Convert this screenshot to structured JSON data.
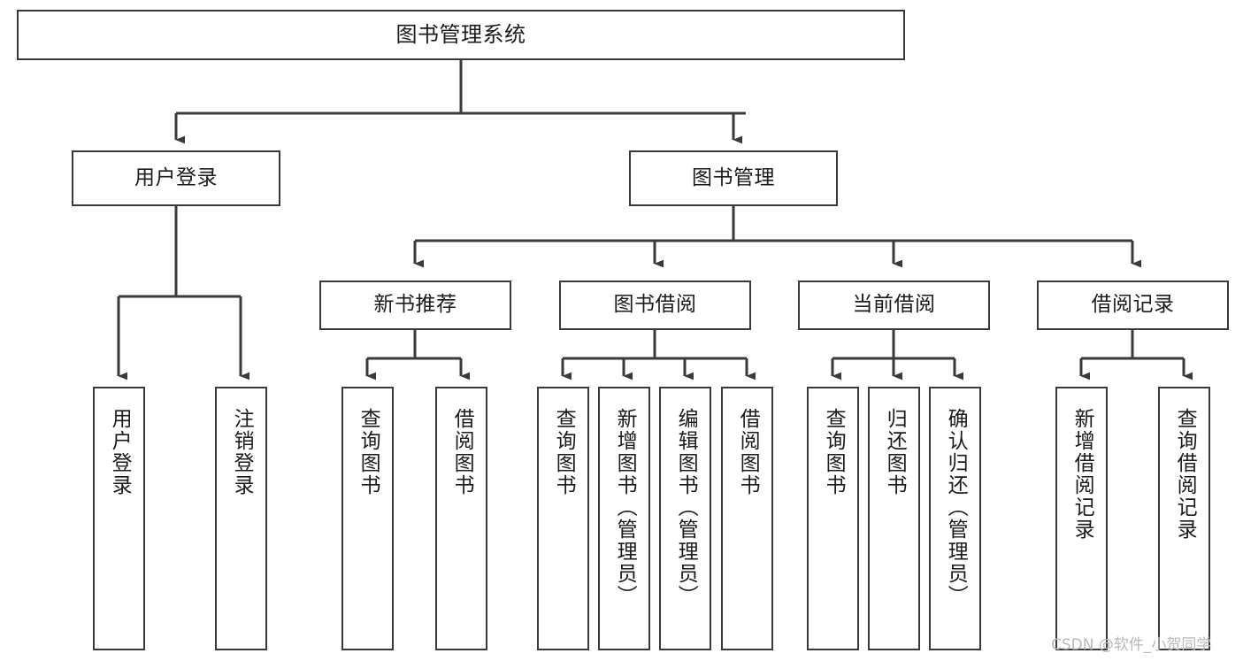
{
  "diagram": {
    "type": "tree-hierarchy-chart",
    "title": "图书管理系统",
    "orientation": "top-down",
    "colors": {
      "border": "#3a3a3a",
      "background": "#ffffff",
      "text": "#1b1b1b",
      "watermark": "#b9b9b9"
    },
    "levels": {
      "root": {
        "label": "图书管理系统"
      },
      "level2": [
        {
          "id": "user-login",
          "label": "用户登录"
        },
        {
          "id": "book-management",
          "label": "图书管理"
        }
      ],
      "level3": [
        {
          "id": "new-book-recommend",
          "label": "新书推荐",
          "parent": "book-management"
        },
        {
          "id": "book-borrow",
          "label": "图书借阅",
          "parent": "book-management"
        },
        {
          "id": "current-borrow",
          "label": "当前借阅",
          "parent": "book-management"
        },
        {
          "id": "borrow-record",
          "label": "借阅记录",
          "parent": "book-management"
        }
      ],
      "leaves": [
        {
          "id": "leaf-user-login",
          "label": "用户登录",
          "parent": "user-login"
        },
        {
          "id": "leaf-logout-login",
          "label": "注销登录",
          "parent": "user-login"
        },
        {
          "id": "leaf-query-book-1",
          "label": "查询图书",
          "parent": "new-book-recommend"
        },
        {
          "id": "leaf-borrow-book-1",
          "label": "借阅图书",
          "parent": "new-book-recommend"
        },
        {
          "id": "leaf-query-book-2",
          "label": "查询图书",
          "parent": "book-borrow"
        },
        {
          "id": "leaf-add-book",
          "label": "新增图书（管理员）",
          "parent": "book-borrow"
        },
        {
          "id": "leaf-edit-book",
          "label": "编辑图书（管理员）",
          "parent": "book-borrow"
        },
        {
          "id": "leaf-borrow-book-2",
          "label": "借阅图书",
          "parent": "book-borrow"
        },
        {
          "id": "leaf-query-book-3",
          "label": "查询图书",
          "parent": "current-borrow"
        },
        {
          "id": "leaf-return-book",
          "label": "归还图书",
          "parent": "current-borrow"
        },
        {
          "id": "leaf-confirm-return",
          "label": "确认归还（管理员）",
          "parent": "current-borrow"
        },
        {
          "id": "leaf-add-record",
          "label": "新增借阅记录",
          "parent": "borrow-record"
        },
        {
          "id": "leaf-query-record",
          "label": "查询借阅记录",
          "parent": "borrow-record"
        }
      ]
    }
  },
  "watermark": {
    "text": "CSDN @软件_小贺同学"
  }
}
